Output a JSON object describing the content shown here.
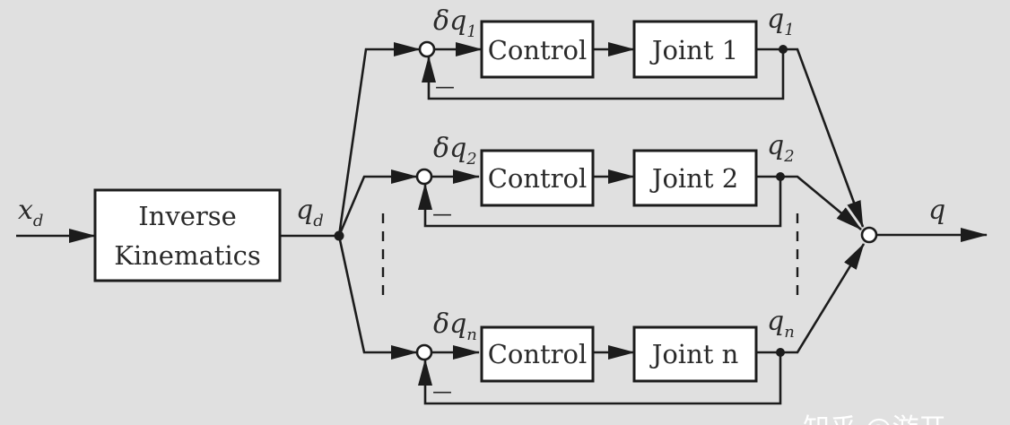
{
  "diagram": {
    "title": "Independent joint control with inverse kinematics",
    "input_label": "x",
    "input_sub": "d",
    "ik_block": {
      "line1": "Inverse",
      "line2": "Kinematics"
    },
    "qd_label": "q",
    "qd_sub": "d",
    "output_label": "q",
    "feedback_sign": "—",
    "rows": [
      {
        "error_delta": "δ",
        "error_q": "q",
        "error_sub": "1",
        "control_label": "Control",
        "joint_label": "Joint 1",
        "out_q": "q",
        "out_sub": "1"
      },
      {
        "error_delta": "δ",
        "error_q": "q",
        "error_sub": "2",
        "control_label": "Control",
        "joint_label": "Joint 2",
        "out_q": "q",
        "out_sub": "2"
      },
      {
        "error_delta": "δ",
        "error_q": "q",
        "error_sub": "n",
        "control_label": "Control",
        "joint_label": "Joint n",
        "out_q": "q",
        "out_sub": "n"
      }
    ],
    "watermark": "知乎 @游开"
  }
}
